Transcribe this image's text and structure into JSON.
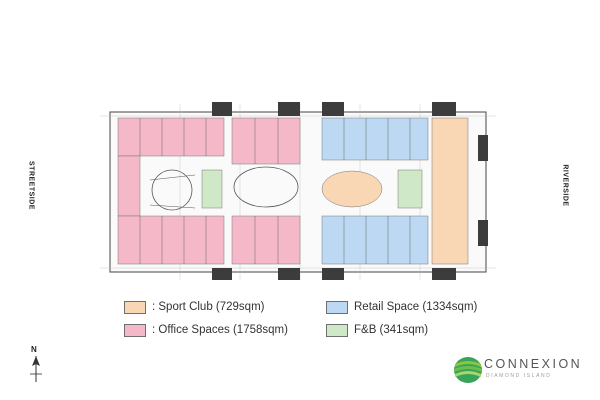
{
  "labels": {
    "left_side": "STREETSIDE",
    "right_side": "RIVERSIDE"
  },
  "legend": {
    "sport_club": {
      "text": ": Sport Club (729sqm)",
      "color": "#f9d7b4"
    },
    "office": {
      "text": ": Office Spaces (1758sqm)",
      "color": "#f4b8c9"
    },
    "retail": {
      "text": "Retail Space (1334sqm)",
      "color": "#bcd8f2"
    },
    "fnb": {
      "text": "F&B (341sqm)",
      "color": "#cfe8c8"
    }
  },
  "north": {
    "letter": "N"
  },
  "brand": {
    "name": "CONNEXION",
    "tagline": "DIAMOND ISLAND",
    "logo_colors": [
      "#8cc63f",
      "#3aa35a",
      "#6cbf4a"
    ]
  },
  "plan_colors": {
    "wall": "#4a4a4a",
    "corridor": "#f3f3f3",
    "core": "#3c3c3c"
  }
}
